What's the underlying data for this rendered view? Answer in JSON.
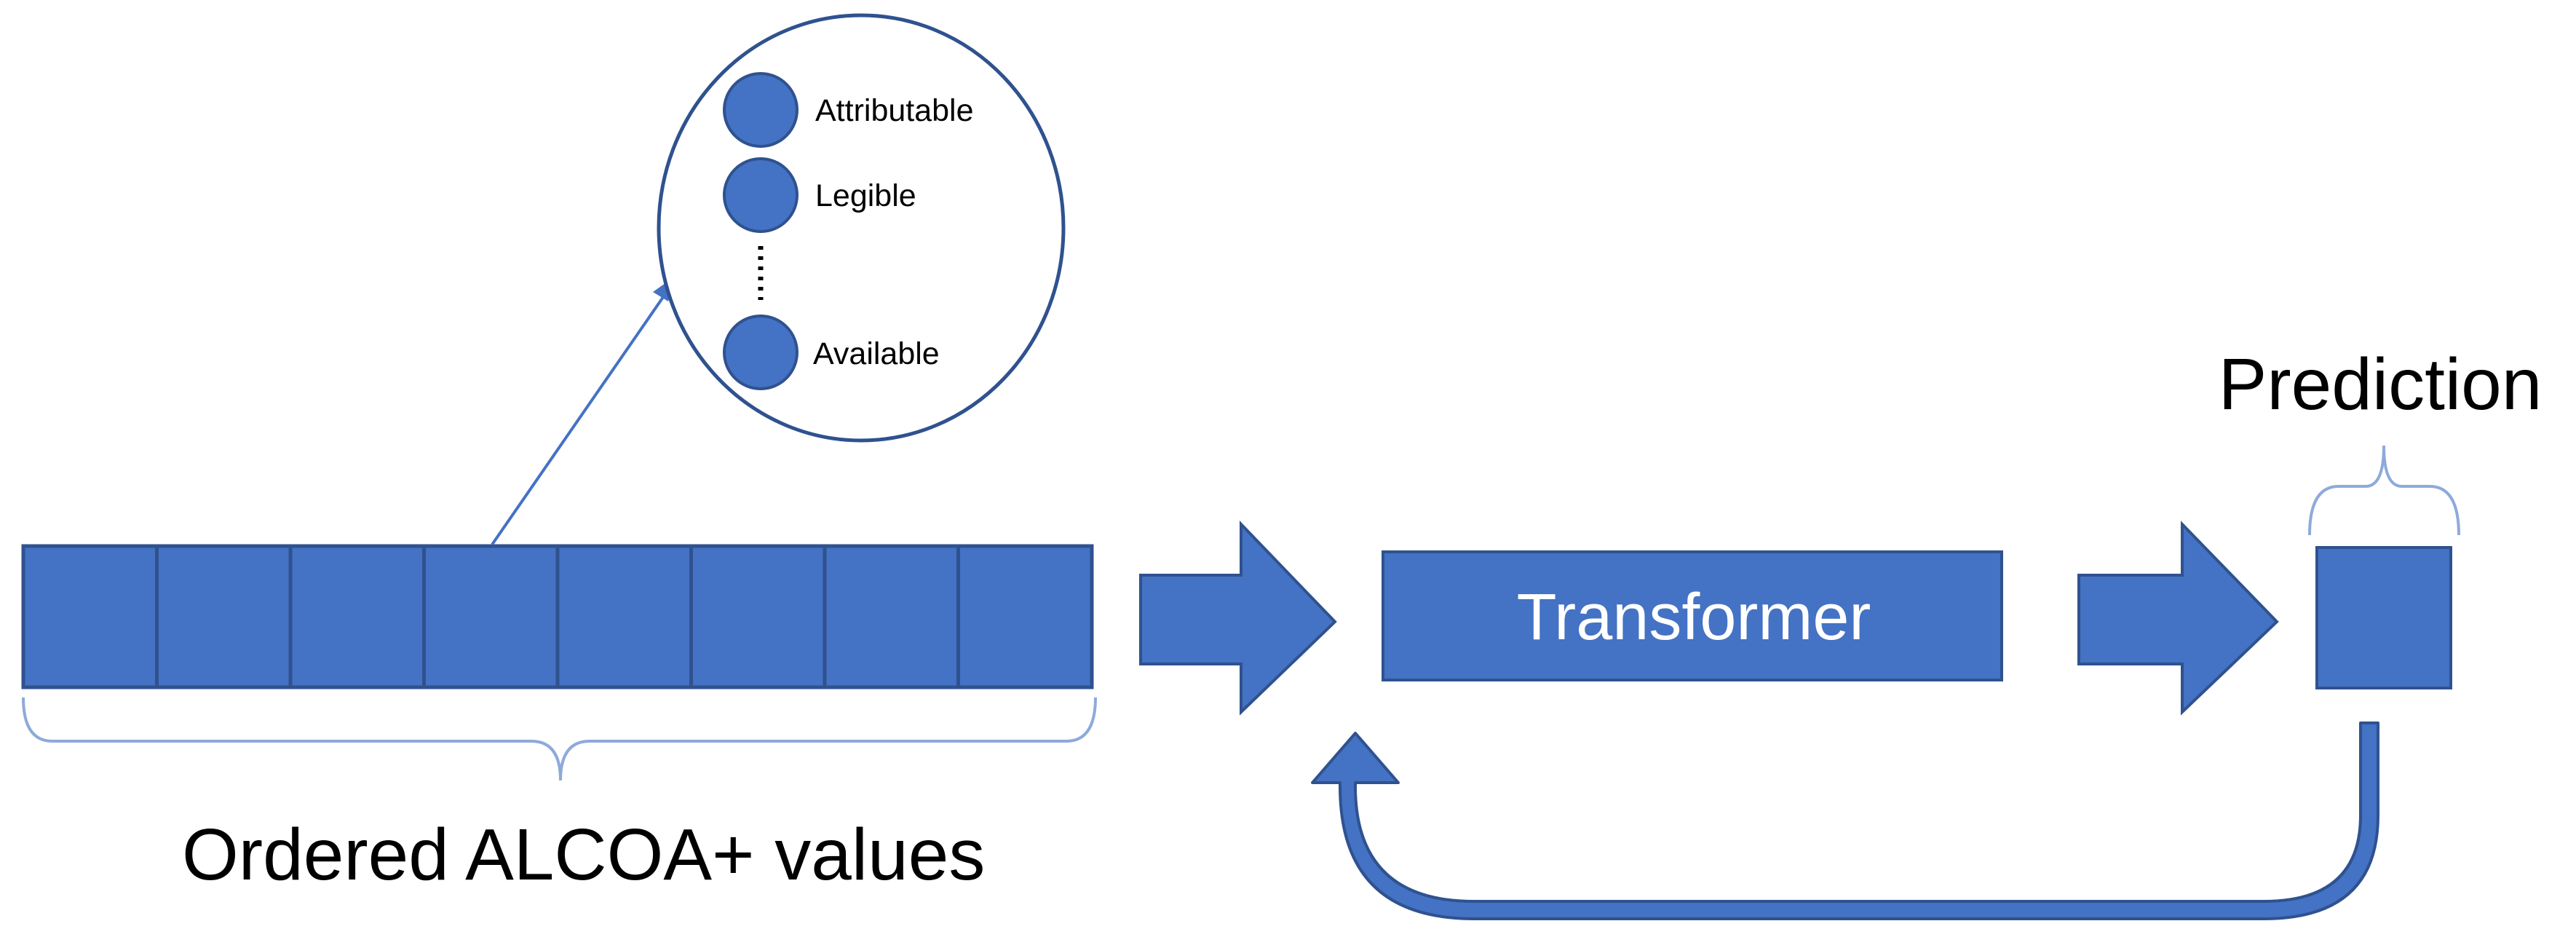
{
  "colors": {
    "fill": "#4472C4",
    "stroke": "#2F528F",
    "brace": "#8EAADB",
    "text": "#000000",
    "text_on_fill": "#FFFFFF"
  },
  "sequence": {
    "cell_count": 8,
    "label": "Ordered ALCOA+ values"
  },
  "zoom_callout": {
    "items": [
      {
        "label": "Attributable",
        "icon": "circle"
      },
      {
        "label": "Legible",
        "icon": "circle"
      },
      {
        "label": "Available",
        "icon": "circle"
      }
    ],
    "ellipsis": "dotted-vertical"
  },
  "transformer": {
    "label": "Transformer"
  },
  "prediction": {
    "label": "Prediction"
  },
  "arrows": [
    "sequence-to-transformer",
    "transformer-to-prediction",
    "prediction-feedback-loop"
  ]
}
